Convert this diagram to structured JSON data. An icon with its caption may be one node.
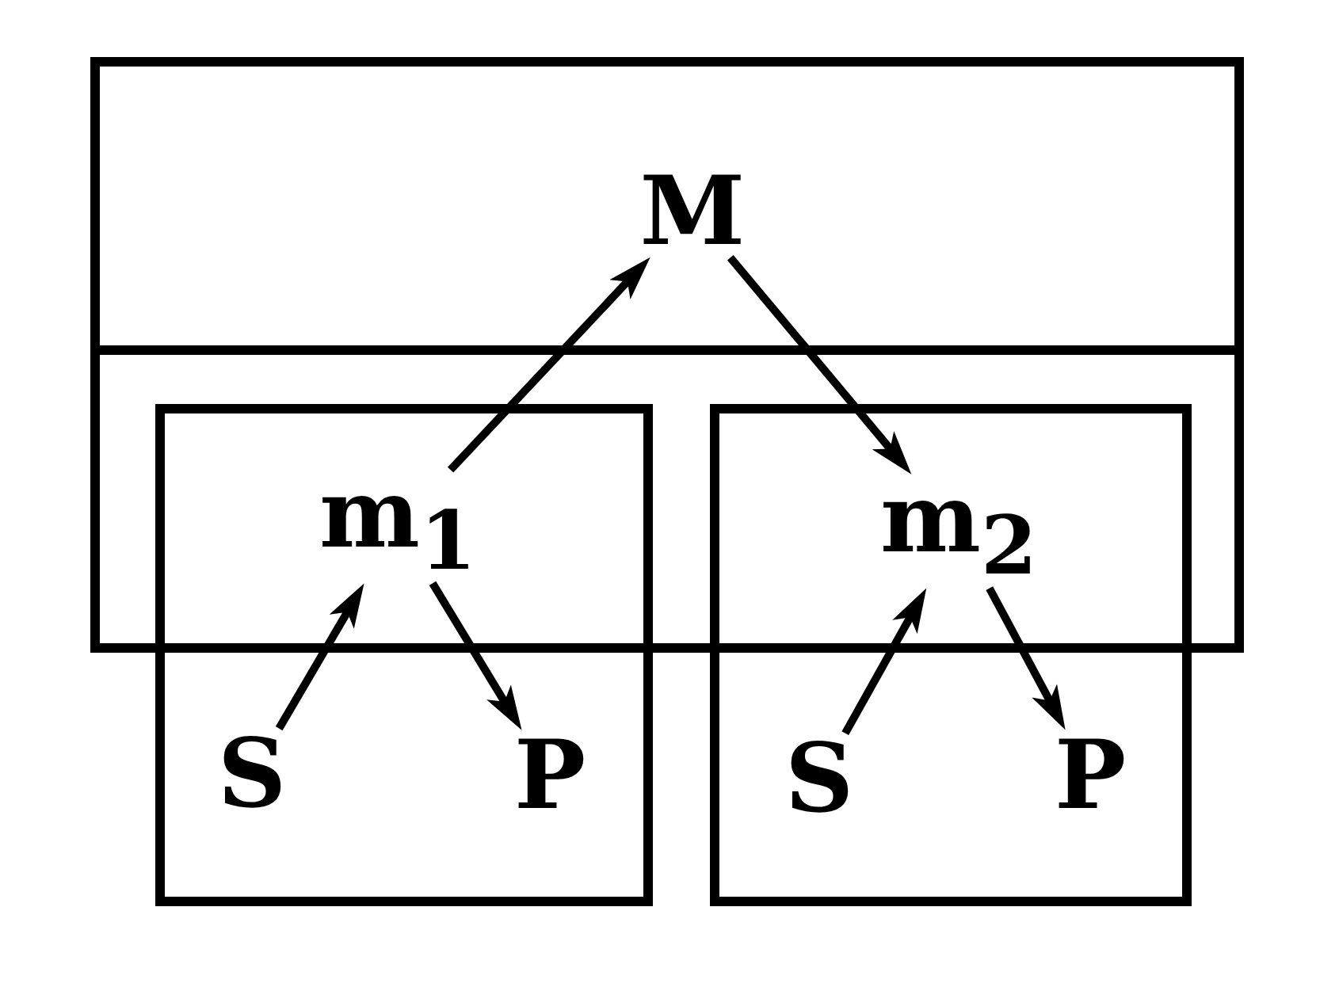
{
  "diagram": {
    "nodes": [
      {
        "text": [],
        "shape": "box"
      },
      {
        "text": [
          "M"
        ],
        "in": 0
      },
      {
        "text": [],
        "shape": "box"
      },
      {
        "text": [
          "m$_{1}$"
        ]
      },
      {
        "text": [
          "S"
        ],
        "in": 2
      },
      {
        "text": [
          "P"
        ],
        "in": 2
      },
      {
        "text": [],
        "shape": "box"
      },
      {
        "text": [
          "m$_{2}$"
        ]
      },
      {
        "text": [
          "S"
        ],
        "in": 6
      },
      {
        "text": [
          "P"
        ],
        "in": 6
      }
    ],
    "edges": [
      {
        "from": 3,
        "to": 1,
        "arrow": "to"
      },
      {
        "from": 1,
        "to": 7,
        "arrow": "to"
      },
      {
        "from": 4,
        "to": 3,
        "arrow": "to"
      },
      {
        "from": 3,
        "to": 5,
        "arrow": "to"
      },
      {
        "from": 8,
        "to": 7,
        "arrow": "to"
      },
      {
        "from": 7,
        "to": 9,
        "arrow": "to"
      }
    ]
  }
}
